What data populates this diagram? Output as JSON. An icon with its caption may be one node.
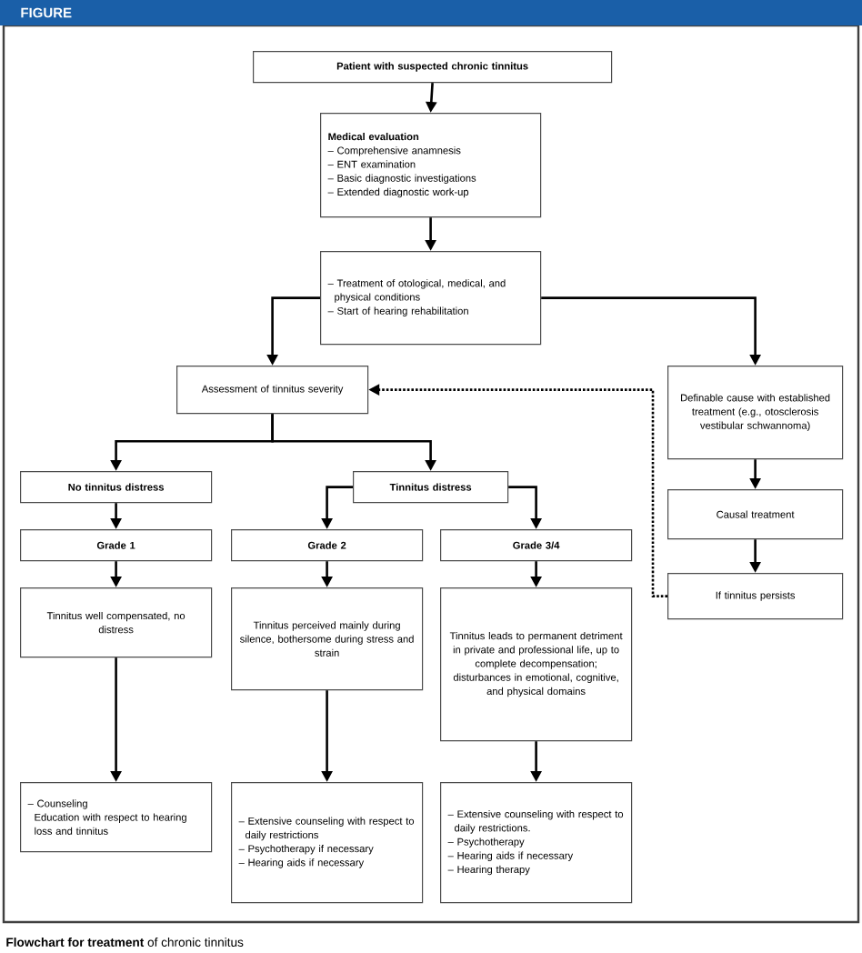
{
  "diagram": {
    "title": "FIGURE",
    "caption": "**Flowchart for treatment** of chronic tinnitus",
    "nodes": [
      {
        "text": [
          "Patient with suspected chronic tinnitus"
        ]
      },
      {
        "text": [
          "Medical evaluation",
          "– Comprehensive anamnesis",
          "– ENT examination",
          "– Basic diagnostic investigations",
          "– Extended diagnostic work-up"
        ]
      },
      {
        "text": [
          "– Treatment of otological, medical, and physical conditions",
          "– Start of hearing rehabilitation"
        ]
      },
      {
        "text": [
          "Assessment of tinnitus severity"
        ]
      },
      {
        "text": [
          "Definable cause with established treatment (e.g., otosclerosis vestibular schwannoma)"
        ]
      },
      {
        "text": [
          "No tinnitus distress"
        ]
      },
      {
        "text": [
          "Tinnitus distress"
        ]
      },
      {
        "text": [
          "Causal treatment"
        ]
      },
      {
        "text": [
          "Grade 1"
        ]
      },
      {
        "text": [
          "Grade 2"
        ]
      },
      {
        "text": [
          "Grade 3/4"
        ]
      },
      {
        "text": [
          "If tinnitus persists"
        ]
      },
      {
        "text": [
          "Tinnitus well compensated, no distress"
        ]
      },
      {
        "text": [
          "Tinnitus perceived mainly during silence, bothersome during stress and strain"
        ]
      },
      {
        "text": [
          "Tinnitus leads to permanent detriment in private and professional life, up to complete decompensation; disturbances in emotional, cognitive, and physical domains"
        ]
      },
      {
        "text": [
          "– Counseling",
          "Education with respect to hearing loss and tinnitus"
        ]
      },
      {
        "text": [
          "– Extensive counseling with respect to daily restrictions",
          "– Psychotherapy if necessary",
          "– Hearing aids if necessary"
        ]
      },
      {
        "text": [
          "– Extensive counseling with respect to daily restrictions.",
          "– Psychotherapy",
          "– Hearing aids if necessary",
          "– Hearing therapy"
        ]
      }
    ],
    "edges": [
      {
        "from": 0,
        "to": 1,
        "arrow": "to"
      },
      {
        "from": 1,
        "to": 2,
        "arrow": "to"
      },
      {
        "from": 2,
        "to": 3,
        "arrow": "to"
      },
      {
        "from": 2,
        "to": 4,
        "arrow": "to"
      },
      {
        "from": 3,
        "to": 5,
        "arrow": "to"
      },
      {
        "from": 3,
        "to": 6,
        "arrow": "to"
      },
      {
        "from": 4,
        "to": 7,
        "arrow": "to"
      },
      {
        "from": 5,
        "to": 8,
        "arrow": "to"
      },
      {
        "from": 6,
        "to": 9,
        "arrow": "to"
      },
      {
        "from": 6,
        "to": 10,
        "arrow": "to"
      },
      {
        "from": 7,
        "to": 11,
        "arrow": "to"
      },
      {
        "from": 11,
        "to": 3,
        "arrow": "to",
        "style": "dashed"
      },
      {
        "from": 8,
        "to": 12,
        "arrow": "to"
      },
      {
        "from": 9,
        "to": 13,
        "arrow": "to"
      },
      {
        "from": 10,
        "to": 14,
        "arrow": "to"
      },
      {
        "from": 12,
        "to": 15,
        "arrow": "to"
      },
      {
        "from": 13,
        "to": 16,
        "arrow": "to"
      },
      {
        "from": 14,
        "to": 17,
        "arrow": "to"
      }
    ]
  }
}
